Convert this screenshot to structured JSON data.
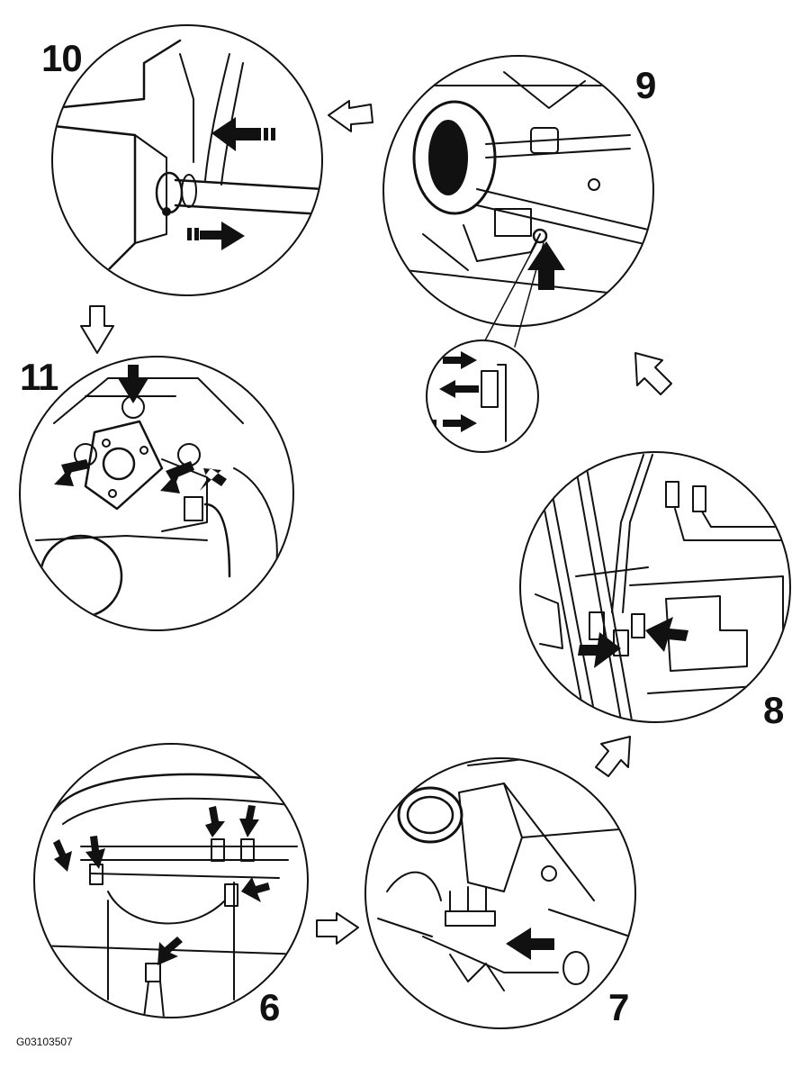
{
  "figure_code": "G03103507",
  "steps": [
    {
      "id": "step-6",
      "number": "6"
    },
    {
      "id": "step-7",
      "number": "7"
    },
    {
      "id": "step-8",
      "number": "8"
    },
    {
      "id": "step-9",
      "number": "9"
    },
    {
      "id": "step-10",
      "number": "10"
    },
    {
      "id": "step-11",
      "number": "11"
    }
  ]
}
